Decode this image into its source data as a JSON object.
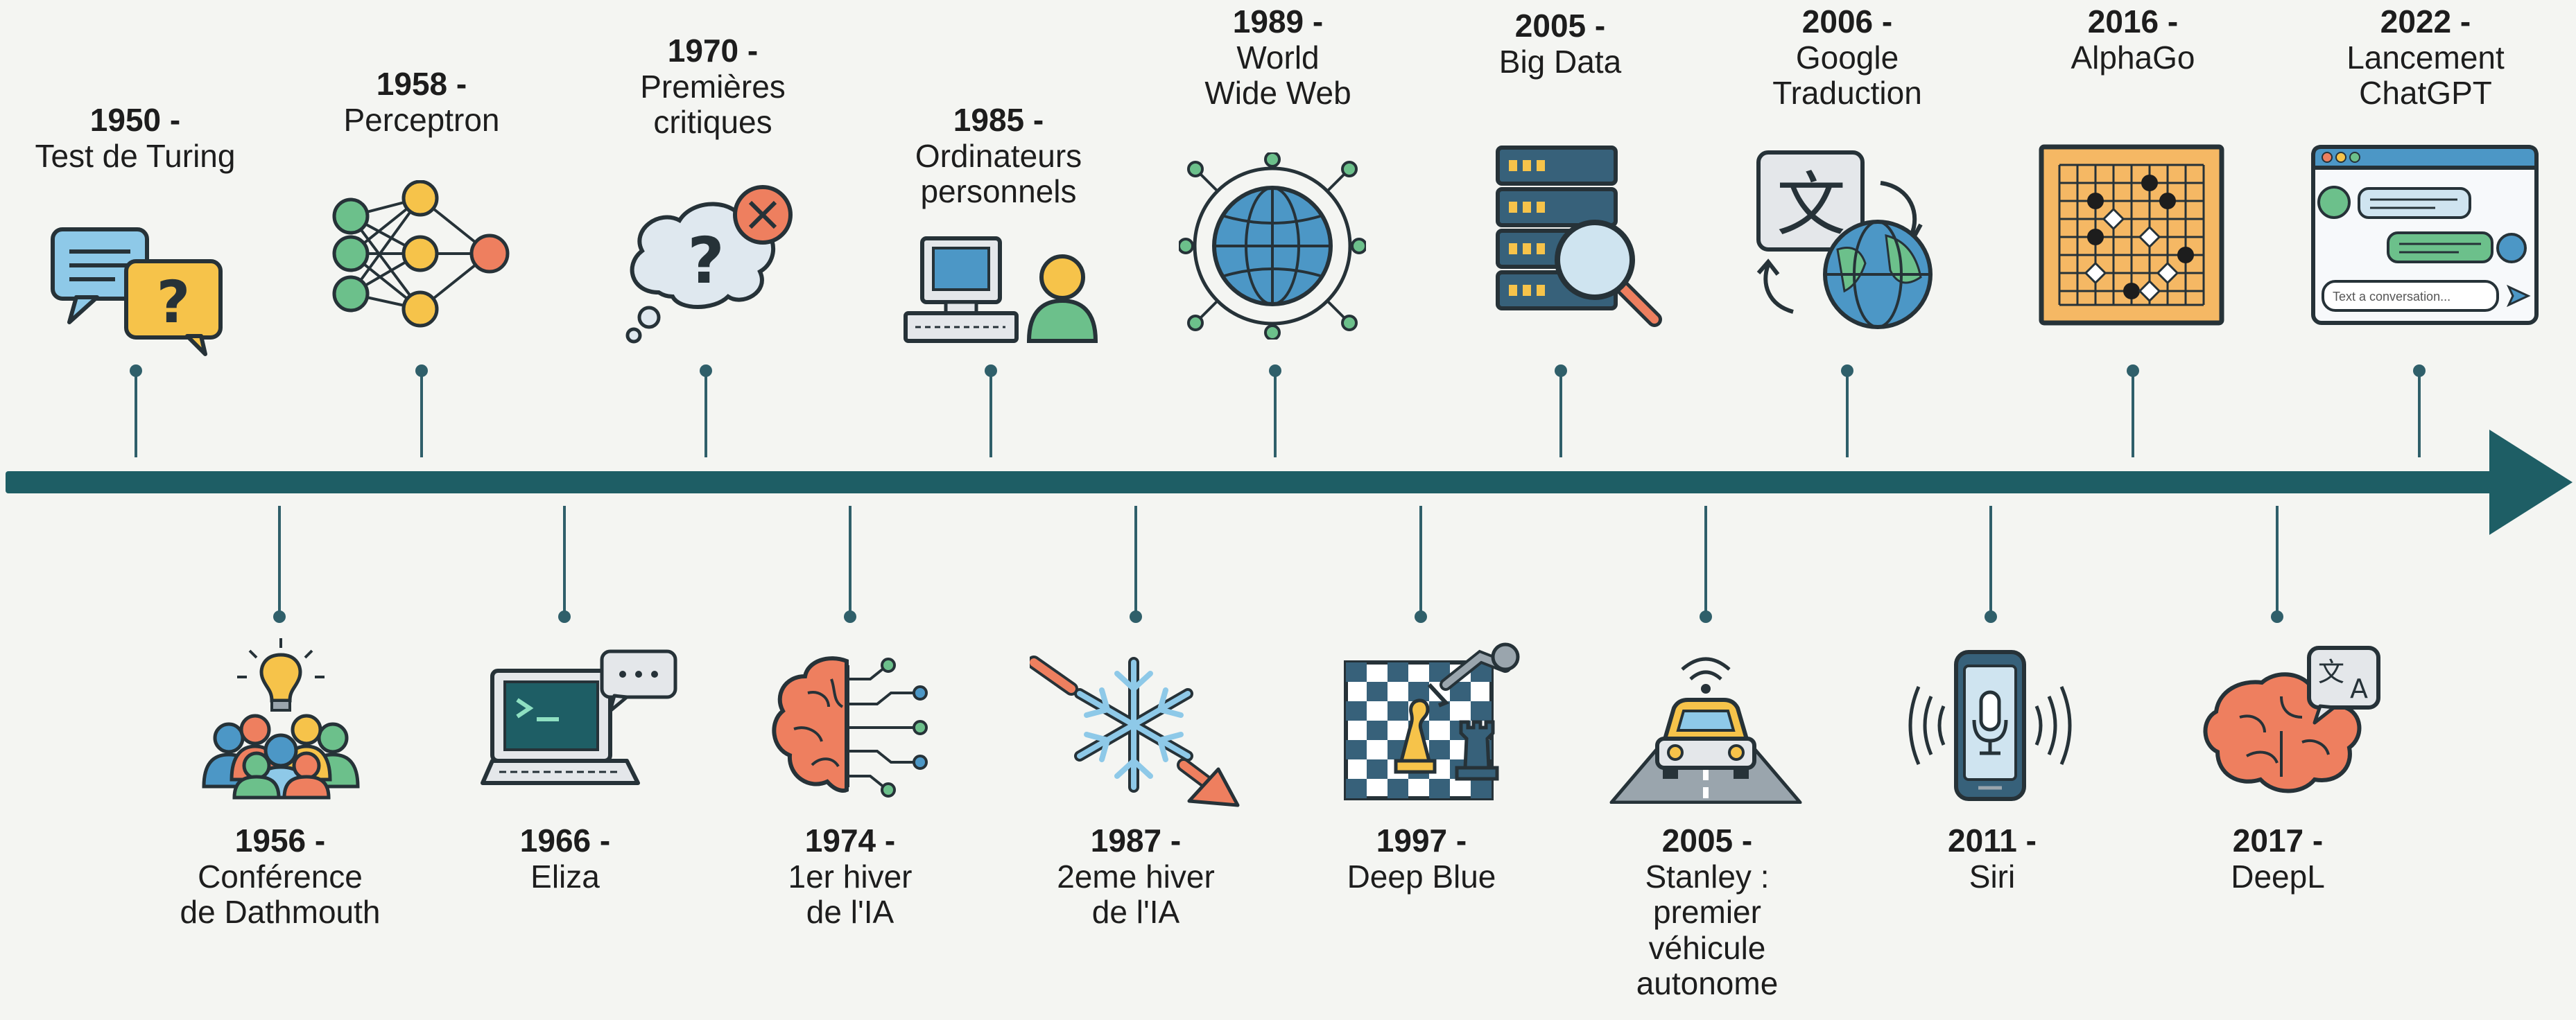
{
  "colors": {
    "axis": "#1e5e65",
    "stem": "#2f5f6a",
    "text": "#1d1d1d",
    "background": "#f4f5f2"
  },
  "events": [
    {
      "id": "e1950",
      "year": "1950 -",
      "lines": [
        "Test de Turing"
      ],
      "side": "top",
      "icon": "chat-bubbles-icon"
    },
    {
      "id": "e1956",
      "year": "1956 -",
      "lines": [
        "Conférence",
        "de Dathmouth"
      ],
      "side": "bottom",
      "icon": "people-lightbulb-icon"
    },
    {
      "id": "e1958",
      "year": "1958 -",
      "lines": [
        "Perceptron"
      ],
      "side": "top",
      "icon": "neural-network-icon"
    },
    {
      "id": "e1966",
      "year": "1966 -",
      "lines": [
        "Eliza"
      ],
      "side": "bottom",
      "icon": "computer-chat-icon"
    },
    {
      "id": "e1970",
      "year": "1970 -",
      "lines": [
        "Premières",
        "critiques"
      ],
      "side": "top",
      "icon": "thought-question-icon"
    },
    {
      "id": "e1974",
      "year": "1974 -",
      "lines": [
        "1er hiver",
        "de l'IA"
      ],
      "side": "bottom",
      "icon": "brain-circuit-icon"
    },
    {
      "id": "e1985",
      "year": "1985 -",
      "lines": [
        "Ordinateurs",
        "personnels"
      ],
      "side": "top",
      "icon": "personal-computer-icon"
    },
    {
      "id": "e1987",
      "year": "1987 -",
      "lines": [
        "2eme hiver",
        "de l'IA"
      ],
      "side": "bottom",
      "icon": "snowflake-decline-icon"
    },
    {
      "id": "e1989",
      "year": "1989 -",
      "lines": [
        "World",
        "Wide Web"
      ],
      "side": "top",
      "icon": "globe-network-icon"
    },
    {
      "id": "e1997",
      "year": "1997 -",
      "lines": [
        "Deep Blue"
      ],
      "side": "bottom",
      "icon": "chess-robot-icon"
    },
    {
      "id": "e2005a",
      "year": "2005 -",
      "lines": [
        "Big Data"
      ],
      "side": "top",
      "icon": "database-search-icon"
    },
    {
      "id": "e2005b",
      "year": "2005 -",
      "lines": [
        "Stanley :",
        "premier",
        "véhicule",
        "autonome"
      ],
      "side": "bottom",
      "icon": "autonomous-car-icon"
    },
    {
      "id": "e2006",
      "year": "2006 -",
      "lines": [
        "Google",
        "Traduction"
      ],
      "side": "top",
      "icon": "translate-globe-icon"
    },
    {
      "id": "e2011",
      "year": "2011 -",
      "lines": [
        "Siri"
      ],
      "side": "bottom",
      "icon": "phone-voice-icon"
    },
    {
      "id": "e2016",
      "year": "2016 -",
      "lines": [
        "AlphaGo"
      ],
      "side": "top",
      "icon": "go-board-icon"
    },
    {
      "id": "e2017",
      "year": "2017 -",
      "lines": [
        "DeepL"
      ],
      "side": "bottom",
      "icon": "brain-translate-icon"
    },
    {
      "id": "e2022",
      "year": "2022 -",
      "lines": [
        "Lancement",
        "ChatGPT"
      ],
      "side": "top",
      "icon": "chat-window-icon",
      "chat_input_placeholder": "Text a conversation..."
    }
  ]
}
